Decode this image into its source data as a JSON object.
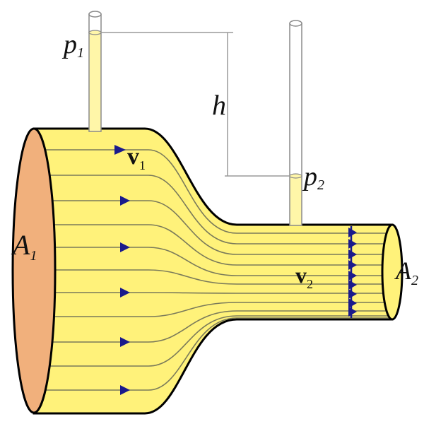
{
  "labels": {
    "p1": {
      "base": "p",
      "sub": "1"
    },
    "p2": {
      "base": "p",
      "sub": "2"
    },
    "h": "h",
    "v1": {
      "base": "v",
      "sub": "1"
    },
    "v2": {
      "base": "v",
      "sub": "2"
    },
    "A1": {
      "base": "A",
      "sub": "1"
    },
    "A2": {
      "base": "A",
      "sub": "2"
    }
  },
  "colors": {
    "pipe_fill": "#FFF27A",
    "pipe_stroke": "#000000",
    "inlet_face": "#F1B07C",
    "streamline": "#7A7A5A",
    "arrow": "#1A1A8C",
    "tube_fill": "#FFF6A8",
    "tube_empty": "#FFFFFF",
    "guide_line": "#9A9A9A"
  }
}
